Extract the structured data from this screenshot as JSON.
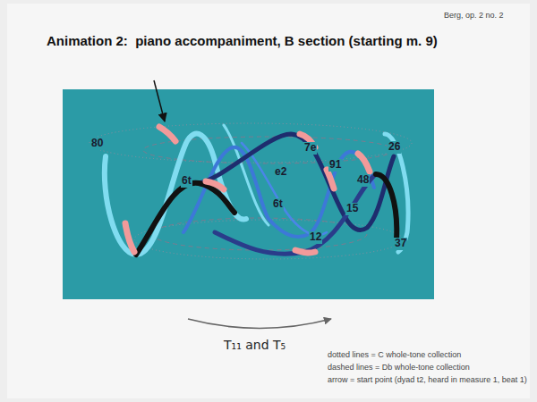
{
  "diagram": {
    "title": "Animation 2:  piano accompaniment, B section (starting m. 9)",
    "labels": [
      "Berg, op. 2 no. 2",
      "80",
      "6t",
      "7e",
      "26",
      "e2",
      "91",
      "48",
      "6t",
      "15",
      "12",
      "37",
      "T₁₁ and T₅",
      "dotted lines = C whole-tone collection",
      "dashed lines = Db whole-tone collection",
      "arrow = start point (dyad t2, heard in measure 1, beat 1)"
    ]
  }
}
